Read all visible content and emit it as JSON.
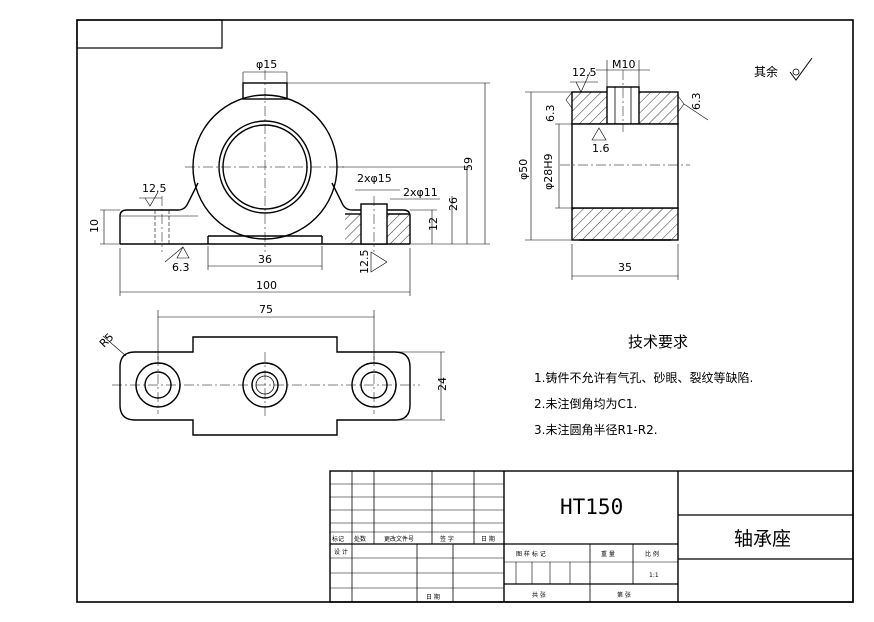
{
  "roughness": {
    "label": "其余"
  },
  "dims": {
    "front": {
      "d15": "φ15",
      "h59": "59",
      "twox15": "2xφ15",
      "twox11": "2xφ11",
      "r125a": "12.5",
      "h10": "10",
      "h26": "26",
      "h12": "12",
      "r63": "6.3",
      "w36": "36",
      "w100": "100",
      "r125b": "12.5"
    },
    "side": {
      "r125": "12.5",
      "m10": "M10",
      "r63a": "6.3",
      "r63b": "6.3",
      "r16": "1.6",
      "d50": "φ50",
      "d28": "φ28H9",
      "w35": "35"
    },
    "top": {
      "w75": "75",
      "r5": "R5",
      "h24": "24"
    }
  },
  "tech_req": {
    "title": "技术要求",
    "items": [
      "1.铸件不允许有气孔、砂眼、裂纹等缺陷.",
      "2.未注倒角均为C1.",
      "3.未注圆角半径R1-R2."
    ]
  },
  "title_block": {
    "material": "HT150",
    "part_name": "轴承座",
    "hdr_mark": "标记",
    "hdr_count": "处数",
    "hdr_doc": "更改文件号",
    "hdr_sign": "签 字",
    "hdr_date": "日 期",
    "design": "设 计",
    "date_label": "日 期",
    "stage_mark": "图 样 标 记",
    "weight": "重 量",
    "scale_label": "比 例",
    "scale_value": "1:1",
    "sheets_total": "共 张",
    "sheet_no": "第 张"
  }
}
